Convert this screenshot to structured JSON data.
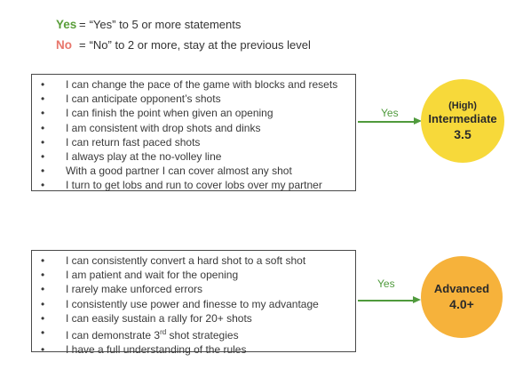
{
  "legend": {
    "yes": {
      "key": "Yes",
      "text": "“Yes” to 5 or more statements"
    },
    "no": {
      "key": "No",
      "text": "“No” to 2 or more, stay at the previous level"
    }
  },
  "levels": [
    {
      "statements": [
        "I can change the pace of the game with blocks and resets",
        "I can anticipate opponent’s shots",
        "I can finish the point when given an opening",
        "I am consistent with drop shots and dinks",
        "I can return fast paced shots",
        "I always play at the no-volley line",
        "With a good partner I can cover almost any shot",
        "I turn to get lobs and run to cover lobs over my partner"
      ],
      "arrow_label": "Yes",
      "badge": {
        "qualifier": "(High)",
        "name": "Intermediate",
        "rating": "3.5",
        "color": "#f7d93a"
      }
    },
    {
      "statements": [
        "I can consistently convert a hard shot to a soft shot",
        "I am patient and wait for the opening",
        "I rarely make unforced errors",
        "I consistently use power and finesse to my advantage",
        "I can easily sustain a rally for 20+ shots",
        "I can demonstrate 3rd shot strategies",
        "I have a full understanding of the rules"
      ],
      "arrow_label": "Yes",
      "badge": {
        "name": "Advanced",
        "rating": "4.0+",
        "color": "#f6b23b"
      }
    }
  ]
}
